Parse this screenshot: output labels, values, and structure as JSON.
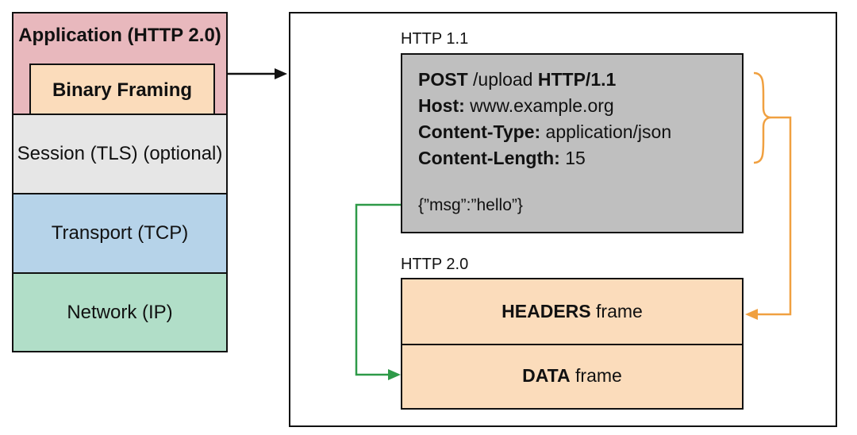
{
  "stack": {
    "application": "Application (HTTP 2.0)",
    "binary_framing": "Binary Framing",
    "session": "Session (TLS) (optional)",
    "transport": "Transport (TCP)",
    "network": "Network (IP)"
  },
  "http11": {
    "caption": "HTTP 1.1",
    "request": {
      "method": "POST",
      "path": " /upload ",
      "version": "HTTP/1.1",
      "host_key": "Host:",
      "host_val": " www.example.org",
      "ctype_key": "Content-Type:",
      "ctype_val": " application/json",
      "clen_key": "Content-Length:",
      "clen_val": " 15",
      "body": "{”msg”:”hello”}"
    }
  },
  "http2": {
    "caption": "HTTP 2.0",
    "headers_frame": {
      "bold": "HEADERS",
      "rest": " frame"
    },
    "data_frame": {
      "bold": "DATA",
      "rest": " frame"
    }
  },
  "colors": {
    "application": "#e8b8bd",
    "binary_framing": "#fbdcbb",
    "session": "#e6e6e6",
    "transport": "#b6d3e9",
    "network": "#b1dec8",
    "request_box": "#bfbfbf",
    "headers_arrow": "#f0a040",
    "data_arrow": "#2e9a48"
  }
}
